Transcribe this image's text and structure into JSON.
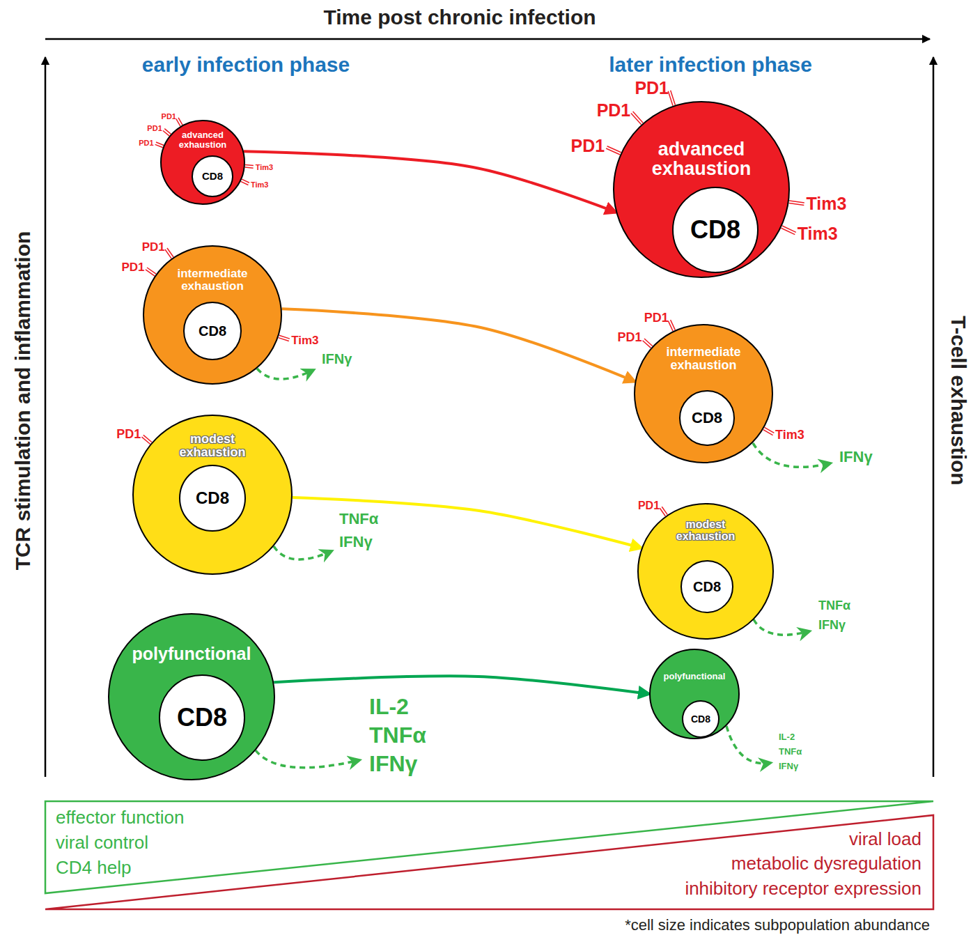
{
  "diagram": {
    "title": "Time post chronic infection",
    "caption": "*cell size indicates subpopulation abundance",
    "nodes": [
      {
        "text": [
          "advanced exhaustion"
        ]
      },
      {
        "text": [
          "CD8"
        ],
        "in": 0
      },
      {
        "text": [
          "advanced exhaustion"
        ]
      },
      {
        "text": [
          "CD8"
        ],
        "in": 2
      },
      {
        "text": [
          "intermediate exhaustion"
        ]
      },
      {
        "text": [
          "CD8"
        ],
        "in": 4
      },
      {
        "text": [
          "intermediate exhaustion"
        ]
      },
      {
        "text": [
          "CD8"
        ],
        "in": 6
      },
      {
        "text": [
          "modest exhaustion"
        ]
      },
      {
        "text": [
          "CD8"
        ],
        "in": 8
      },
      {
        "text": [
          "modest exhaustion"
        ]
      },
      {
        "text": [
          "CD8"
        ],
        "in": 10
      },
      {
        "text": [
          "polyfunctional"
        ]
      },
      {
        "text": [
          "CD8"
        ],
        "in": 12
      },
      {
        "text": [
          "polyfunctional"
        ]
      },
      {
        "text": [
          "CD8"
        ],
        "in": 14
      },
      {
        "text": [
          "effector function",
          "viral control",
          "CD4 help"
        ]
      },
      {
        "text": [
          "viral load",
          "metabolic dysregulation",
          "inhibitory receptor expression"
        ]
      }
    ],
    "edges": [
      {
        "from": 0,
        "to": 2,
        "arrow": "to"
      },
      {
        "from": 4,
        "to": 6,
        "arrow": "to"
      },
      {
        "from": 8,
        "to": 10,
        "arrow": "to"
      },
      {
        "from": 12,
        "to": 14,
        "arrow": "to"
      }
    ],
    "labels": [
      "early infection phase",
      "later infection phase",
      "TCR stimulation and inflammation",
      "T-cell exhaustion",
      "PD1",
      "PD1",
      "PD1",
      "Tim3",
      "Tim3",
      "PD1",
      "PD1",
      "PD1",
      "Tim3",
      "Tim3",
      "PD1",
      "PD1",
      "Tim3",
      "IFNγ",
      "PD1",
      "PD1",
      "Tim3",
      "IFNγ",
      "PD1",
      "TNFα",
      "IFNγ",
      "PD1",
      "TNFα",
      "IFNγ",
      "IL-2",
      "TNFα",
      "IFNγ",
      "IL-2",
      "TNFα",
      "IFNγ"
    ]
  }
}
